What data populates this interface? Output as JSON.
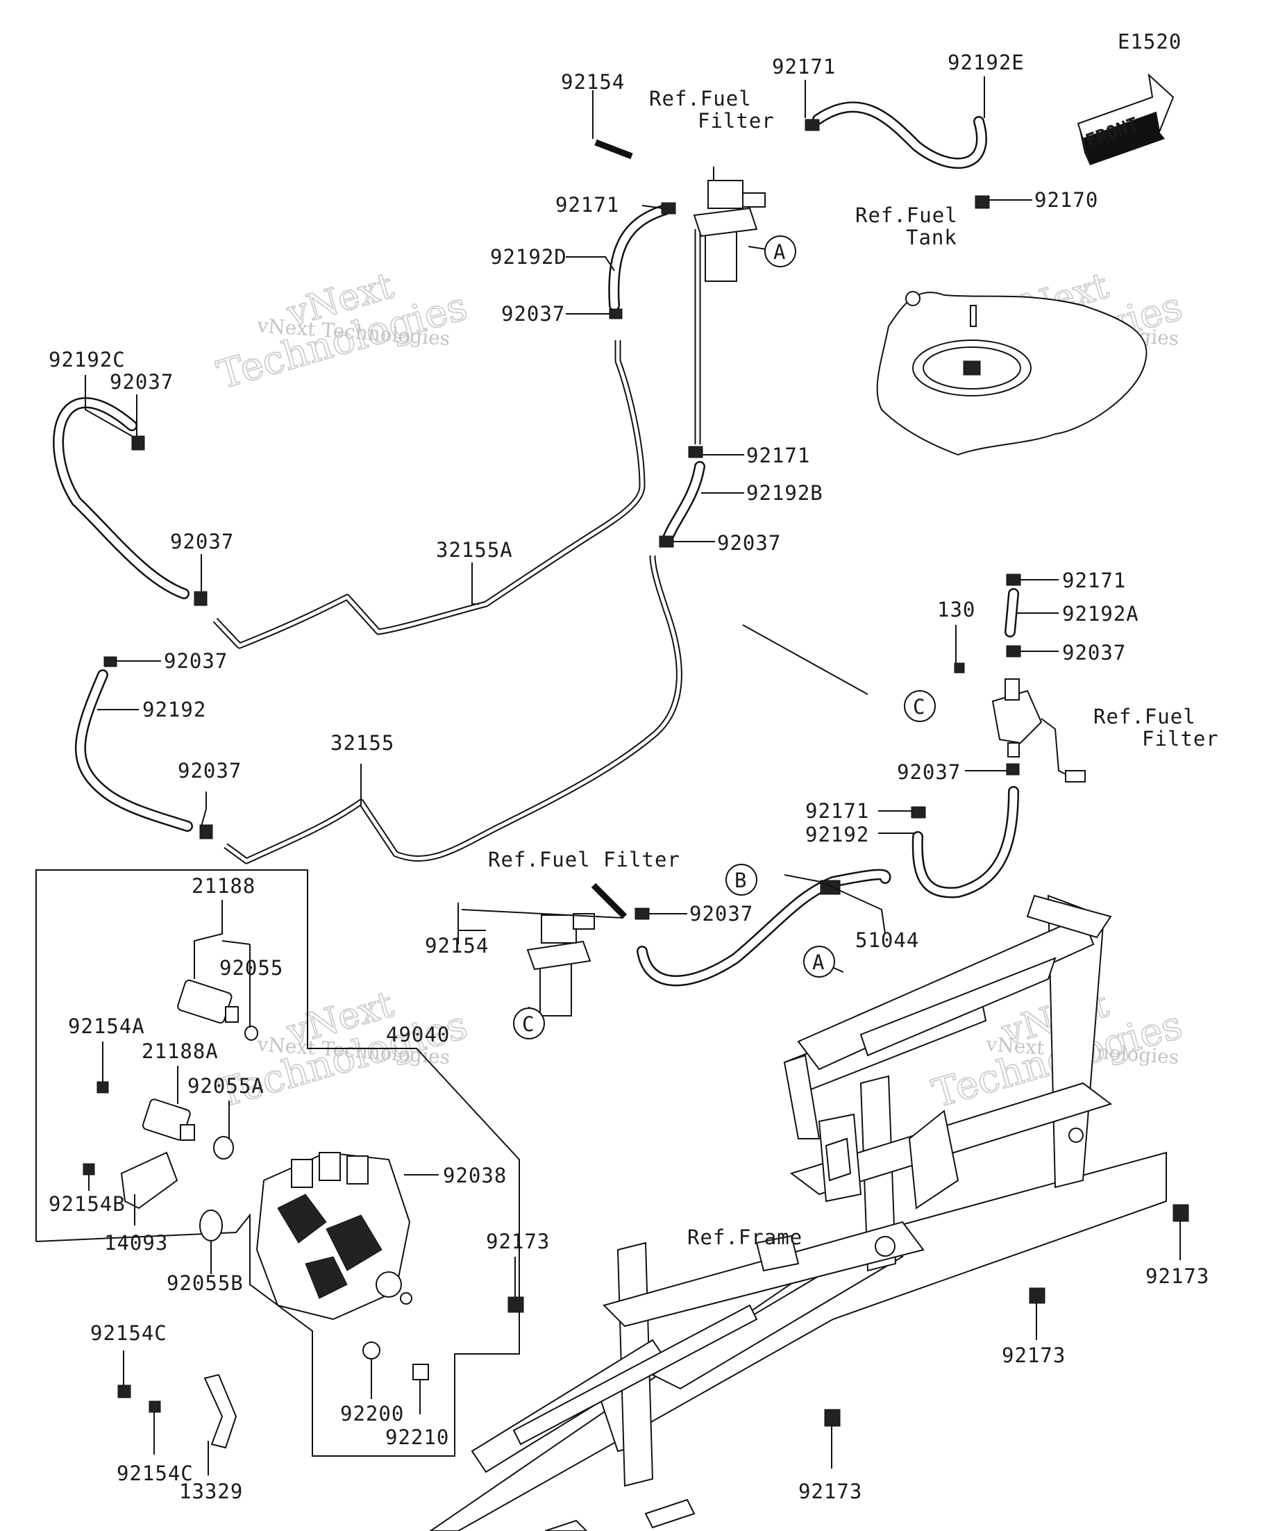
{
  "diagram_code": "E1520",
  "front_label": "FRONT",
  "watermark": {
    "brand": "vNext",
    "brand2": "Technologies",
    "line": "vNext Technologies"
  },
  "callouts": {
    "a": "A",
    "b": "B",
    "c": "C"
  },
  "refs": {
    "fuel_filter_top_1": "Ref.Fuel",
    "fuel_filter_top_2": "Filter",
    "fuel_tank_1": "Ref.Fuel",
    "fuel_tank_2": "Tank",
    "fuel_filter_right_1": "Ref.Fuel",
    "fuel_filter_right_2": "Filter",
    "fuel_filter_mid": "Ref.Fuel Filter",
    "frame": "Ref.Frame"
  },
  "labels": {
    "p92154_top": "92154",
    "p92171_top": "92171",
    "p92192E": "92192E",
    "p92171_left": "92171",
    "p92170": "92170",
    "p92192D": "92192D",
    "p92037_d": "92037",
    "p92192C": "92192C",
    "p92037_c": "92037",
    "p92171_b": "92171",
    "p92192B": "92192B",
    "p92037_b": "92037",
    "p92037_e": "92037",
    "p32155A": "32155A",
    "p92171_a": "92171",
    "p92192A": "92192A",
    "p130": "130",
    "p92037_a": "92037",
    "p92037_f": "92037",
    "p92192_l": "92192",
    "p92037_g": "92037",
    "p32155": "32155",
    "p92037_h": "92037",
    "p92171_r": "92171",
    "p92192_r": "92192",
    "p21188": "21188",
    "p92154_mid": "92154",
    "p92037_i": "92037",
    "p51044": "51044",
    "p92055": "92055",
    "p92154A": "92154A",
    "p49040": "49040",
    "p21188A": "21188A",
    "p92055A": "92055A",
    "p92038": "92038",
    "p92154B": "92154B",
    "p14093": "14093",
    "p92055B": "92055B",
    "p92173_l": "92173",
    "p92173_r": "92173",
    "p92173_m": "92173",
    "p92154C_1": "92154C",
    "p92200": "92200",
    "p92210": "92210",
    "p92154C_2": "92154C",
    "p13329": "13329",
    "p92173_b": "92173"
  }
}
